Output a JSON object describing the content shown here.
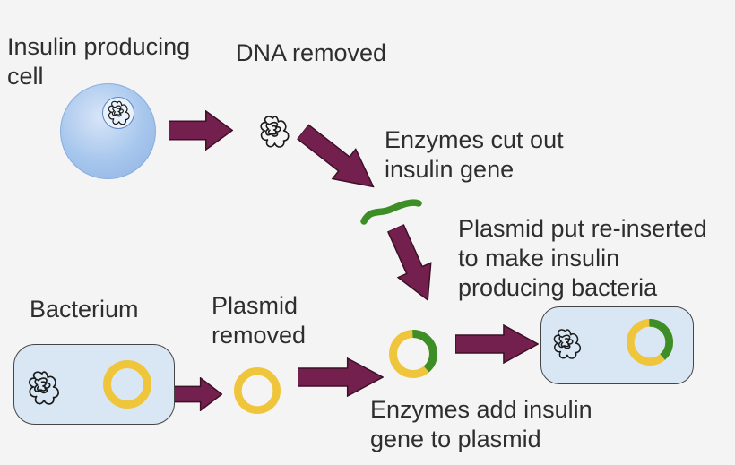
{
  "labels": {
    "insulin_cell": [
      "Insulin producing",
      "cell"
    ],
    "dna_removed": [
      "DNA removed"
    ],
    "enzymes_cut": [
      "Enzymes cut out",
      "insulin gene"
    ],
    "plasmid_reinserted": [
      "Plasmid put re-inserted",
      "to make insulin",
      "producing bacteria"
    ],
    "bacterium": [
      "Bacterium"
    ],
    "plasmid_removed": [
      "Plasmid",
      "removed"
    ],
    "enzymes_add": [
      "Enzymes add insulin",
      "gene to plasmid"
    ]
  },
  "icons": {
    "dna_tangle": "dna-scribble-knot",
    "plasmid": "yellow-ring",
    "plasmid_with_gene": "yellow-ring-with-green-segment",
    "insulin_gene": "green-curved-segment",
    "arrow": "block-arrow"
  },
  "colors": {
    "background": "#f5f4f4",
    "text": "#2e2e2e",
    "arrow": "#74204E",
    "arrow_outline": "#3c1026",
    "cell_fill": "#a6c6ed",
    "cell_fill_light": "#d8e5f7",
    "cell_edge": "#88aede",
    "nucleus_fill": "#eaf2fb",
    "nucleus_edge": "#5c87c8",
    "bacterium_fill": "#d9e7f5",
    "bacterium_border": "#454545",
    "plasmid_yellow": "#EFC53C",
    "gene_green": "#3E8E27",
    "dna": "#1a1a1a"
  }
}
